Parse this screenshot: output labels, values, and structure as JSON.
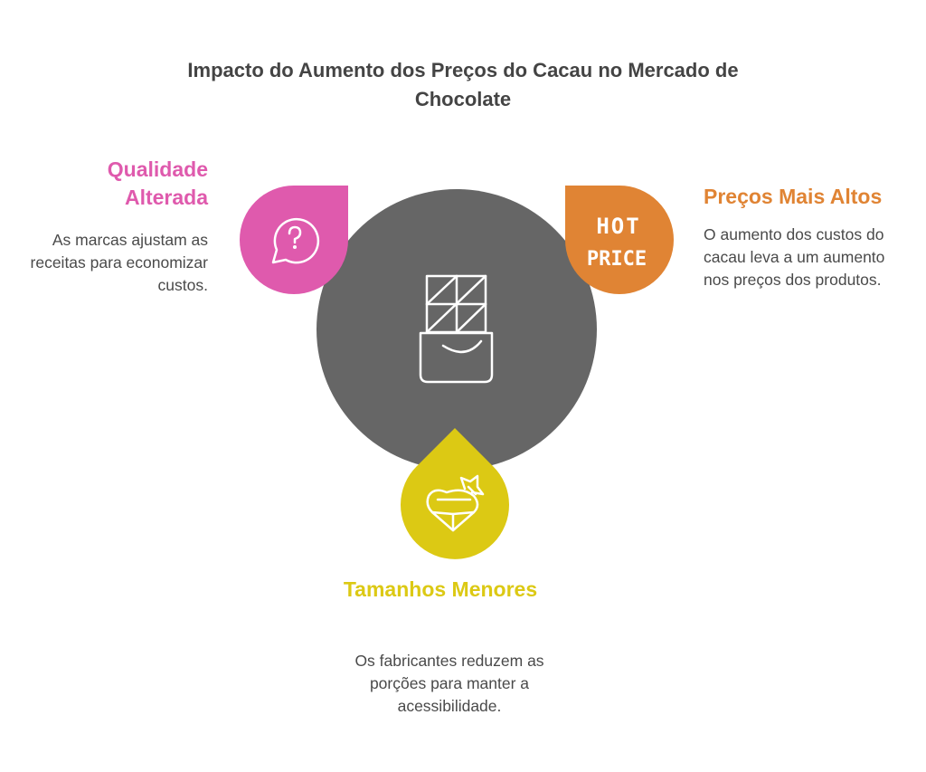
{
  "title": "Impacto do Aumento dos Preços do Cacau no Mercado de Chocolate",
  "colors": {
    "center": "#666666",
    "pink": "#df5aad",
    "orange": "#e08434",
    "yellow": "#dcc914"
  },
  "items": [
    {
      "heading": "Qualidade Alterada",
      "description": "As marcas ajustam as receitas para economizar custos.",
      "icon": "speech-bubble-question-icon"
    },
    {
      "heading": "Preços Mais Altos",
      "description": "O aumento dos custos do cacau leva a um aumento nos preços dos produtos.",
      "icon": "hot-price-icon",
      "icon_text": [
        "HOT",
        "PRICE"
      ]
    },
    {
      "heading": "Tamanhos Menores",
      "description": "Os fabricantes reduzem as porções para manter a acessibilidade.",
      "icon": "heart-gift-box-icon"
    }
  ],
  "center_icon": "chocolate-bar-icon"
}
